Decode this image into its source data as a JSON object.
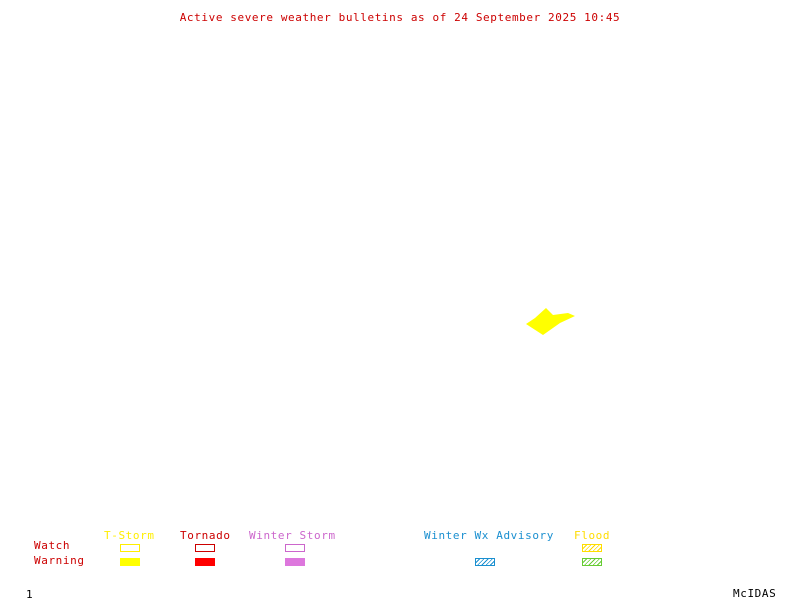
{
  "title": "Active severe weather bulletins as of 24 September 2025 10:45",
  "legend": {
    "row_labels": {
      "watch": "Watch",
      "warning": "Warning"
    },
    "categories": [
      {
        "key": "tstorm",
        "label": "T-Storm",
        "color": "#ffff00"
      },
      {
        "key": "tornado",
        "label": "Tornado",
        "color": "#ff0000"
      },
      {
        "key": "winter_storm",
        "label": "Winter Storm",
        "color": "#dd77dd"
      },
      {
        "key": "winter_wx_advisory",
        "label": "Winter Wx Advisory",
        "color": "#1a8fd0"
      },
      {
        "key": "flood",
        "label": "Flood",
        "color": "#ffdd00",
        "warning_color": "#66cc33"
      }
    ]
  },
  "footer": {
    "frame": "1",
    "brand": "McIDAS"
  },
  "colors": {
    "title": "#cc0000",
    "row_labels": "#cc0000",
    "footer": "#000000",
    "alert_area": "#ffff00"
  },
  "alerts": [
    {
      "type": "T-Storm",
      "status": "Warning",
      "color": "#ffff00"
    }
  ]
}
